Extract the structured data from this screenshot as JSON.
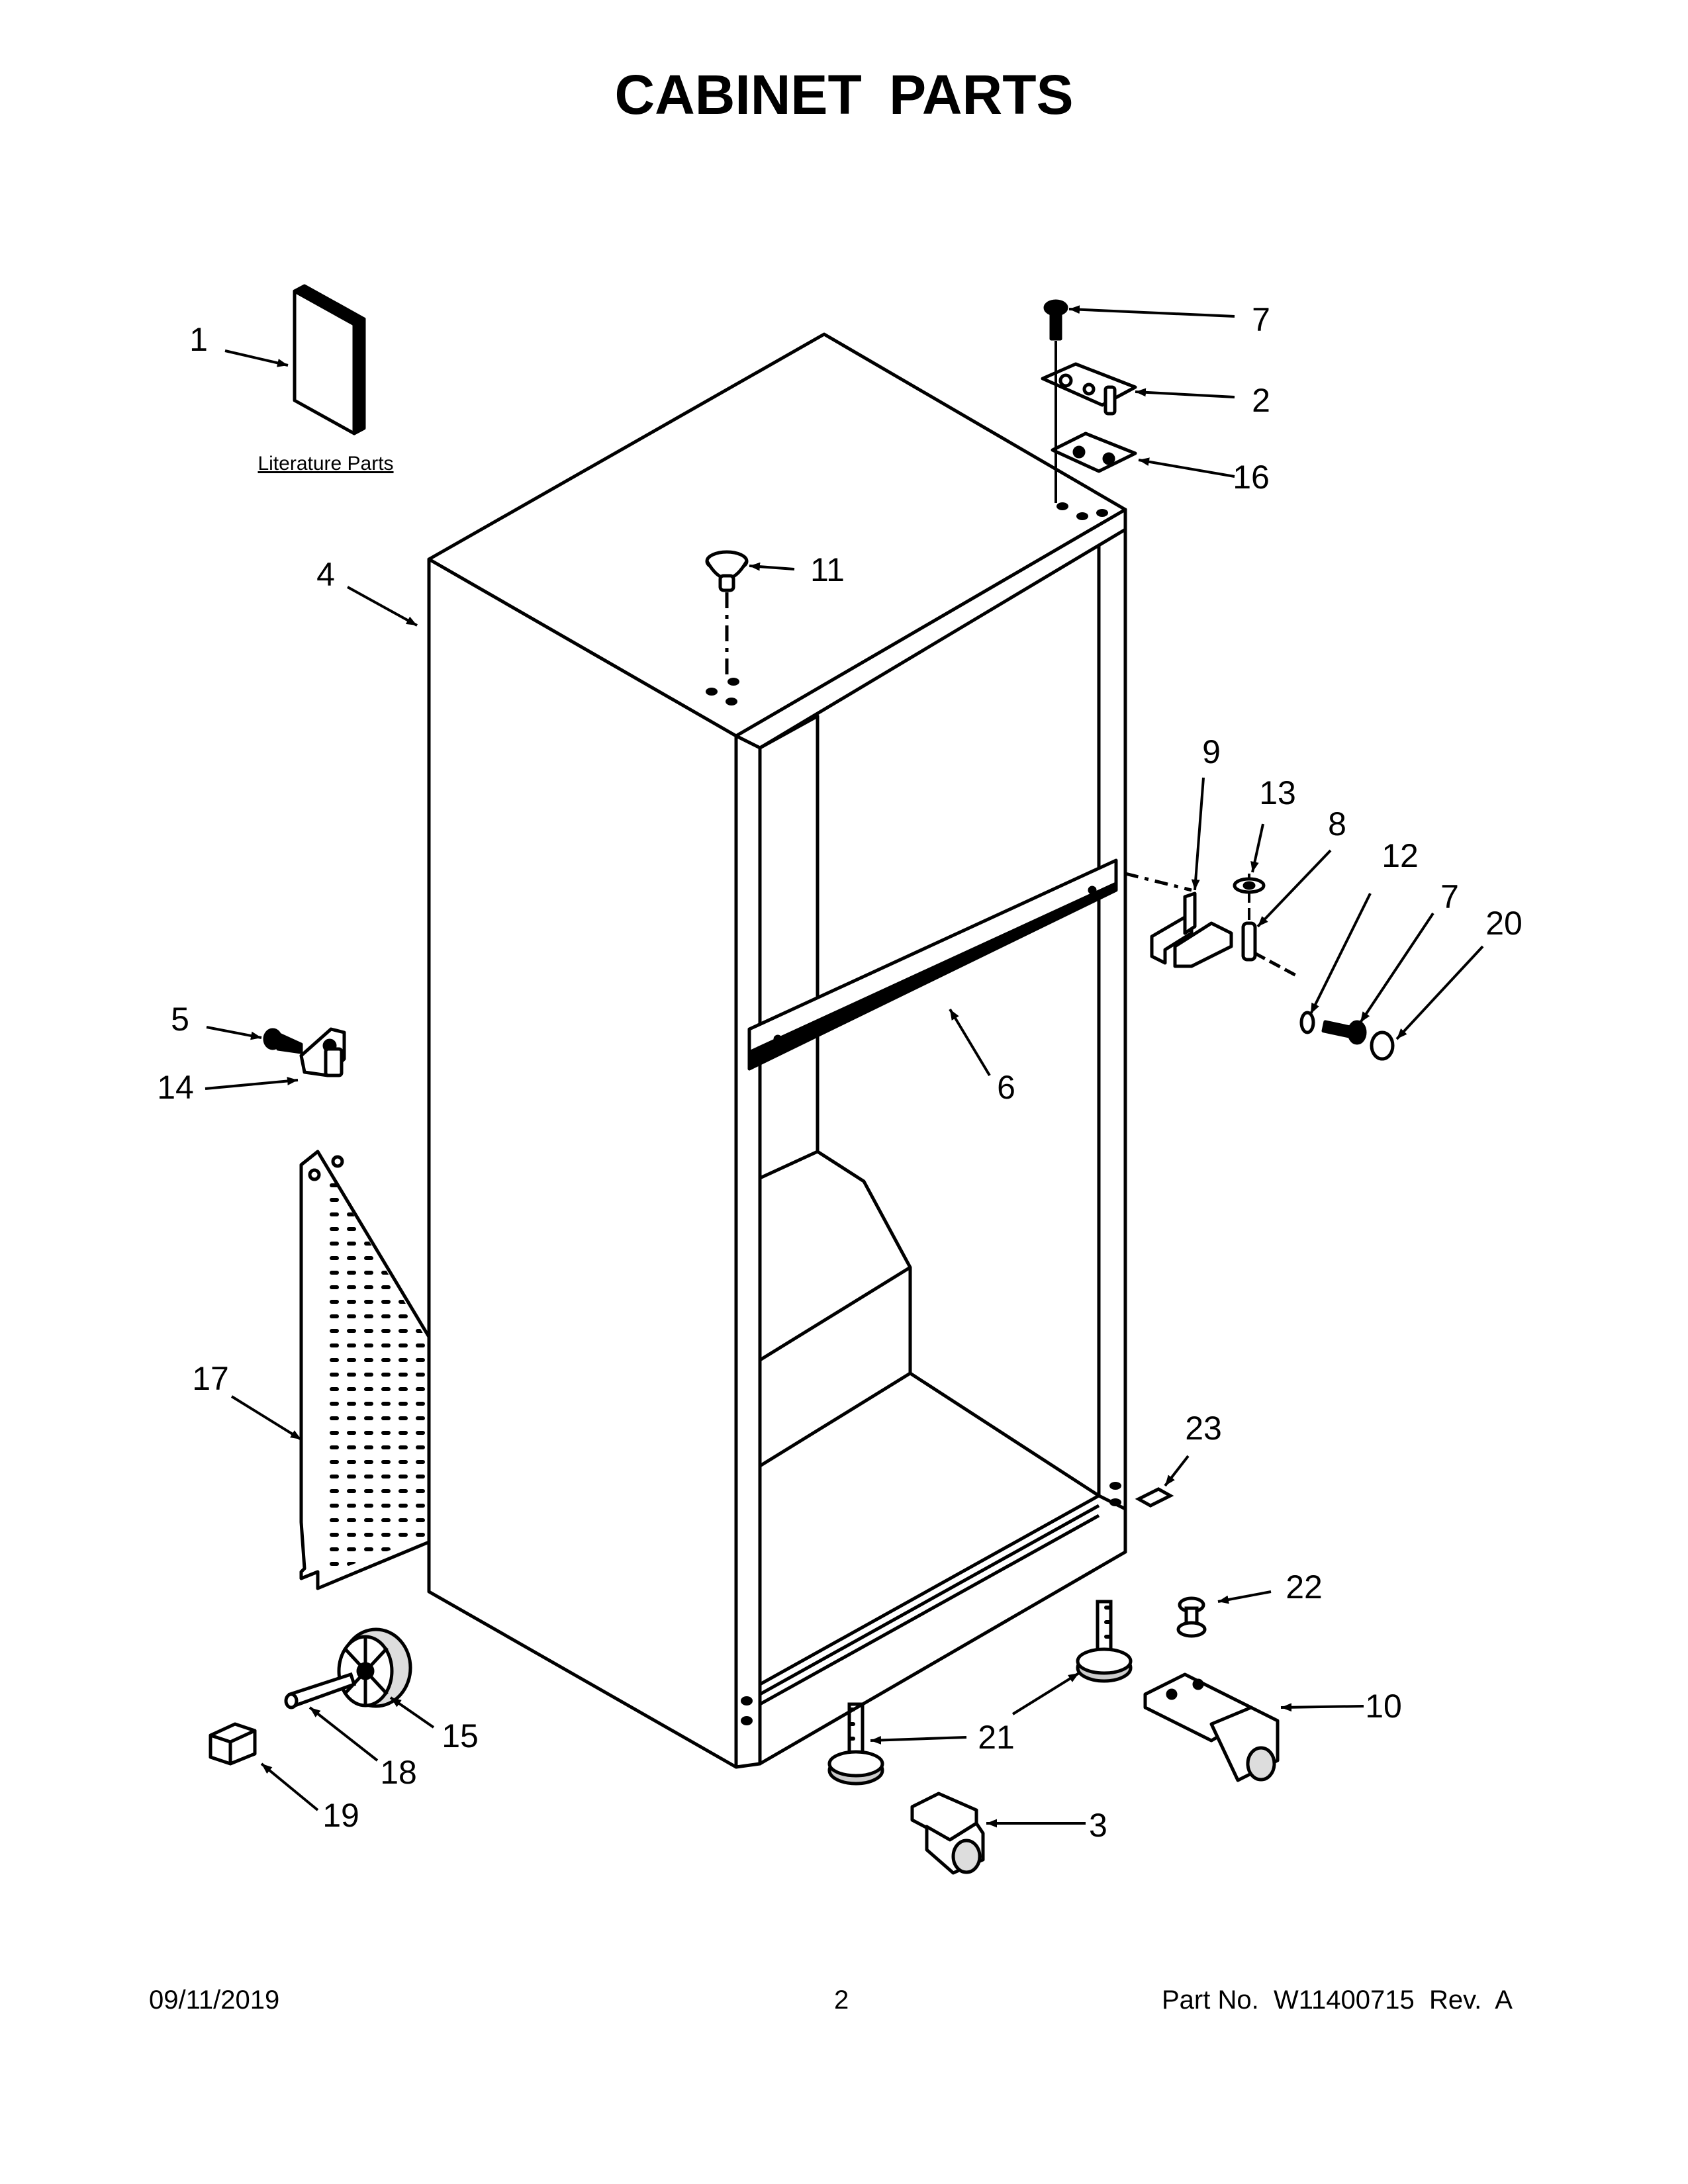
{
  "page": {
    "title": "CABINET PARTS",
    "literature_label": "Literature Parts"
  },
  "callouts": [
    "1",
    "2",
    "3",
    "4",
    "5",
    "6",
    "7",
    "7",
    "8",
    "9",
    "10",
    "11",
    "12",
    "13",
    "14",
    "15",
    "16",
    "17",
    "18",
    "19",
    "20",
    "21",
    "21",
    "22",
    "23"
  ],
  "footer": {
    "date": "09/11/2019",
    "page_number": "2",
    "part_label": "Part No.",
    "part_number": "W11400715",
    "rev_label": "Rev.",
    "rev_value": "A"
  },
  "colors": {
    "ink": "#000000",
    "paper": "#ffffff",
    "shade": "#d9d9d9"
  }
}
